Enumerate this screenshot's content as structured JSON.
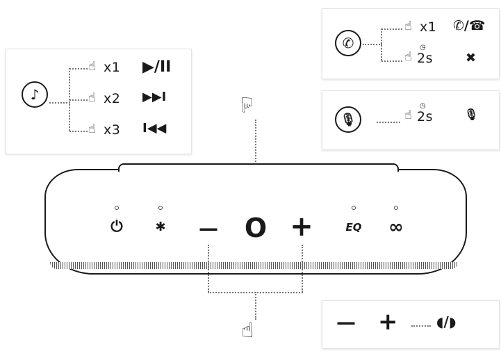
{
  "music_panel": {
    "tap1": "x1",
    "tap2": "x2",
    "tap3": "x3",
    "play_pause": "▶/II",
    "next": "▶▶I",
    "prev": "I◀◀"
  },
  "call_panel": {
    "tap1": "x1",
    "hold": "2s",
    "answer_end": "✆/☎",
    "reject": "✖"
  },
  "mic_panel": {
    "hold": "2s",
    "mute": "🎙"
  },
  "speaker": {
    "power": "⏻",
    "bluetooth": "✱",
    "minus": "—",
    "center": "O",
    "plus": "+",
    "eq": "EQ",
    "link": "∞"
  },
  "volume_panel": {
    "minus": "—",
    "plus": "+",
    "result": "◖/◗"
  }
}
